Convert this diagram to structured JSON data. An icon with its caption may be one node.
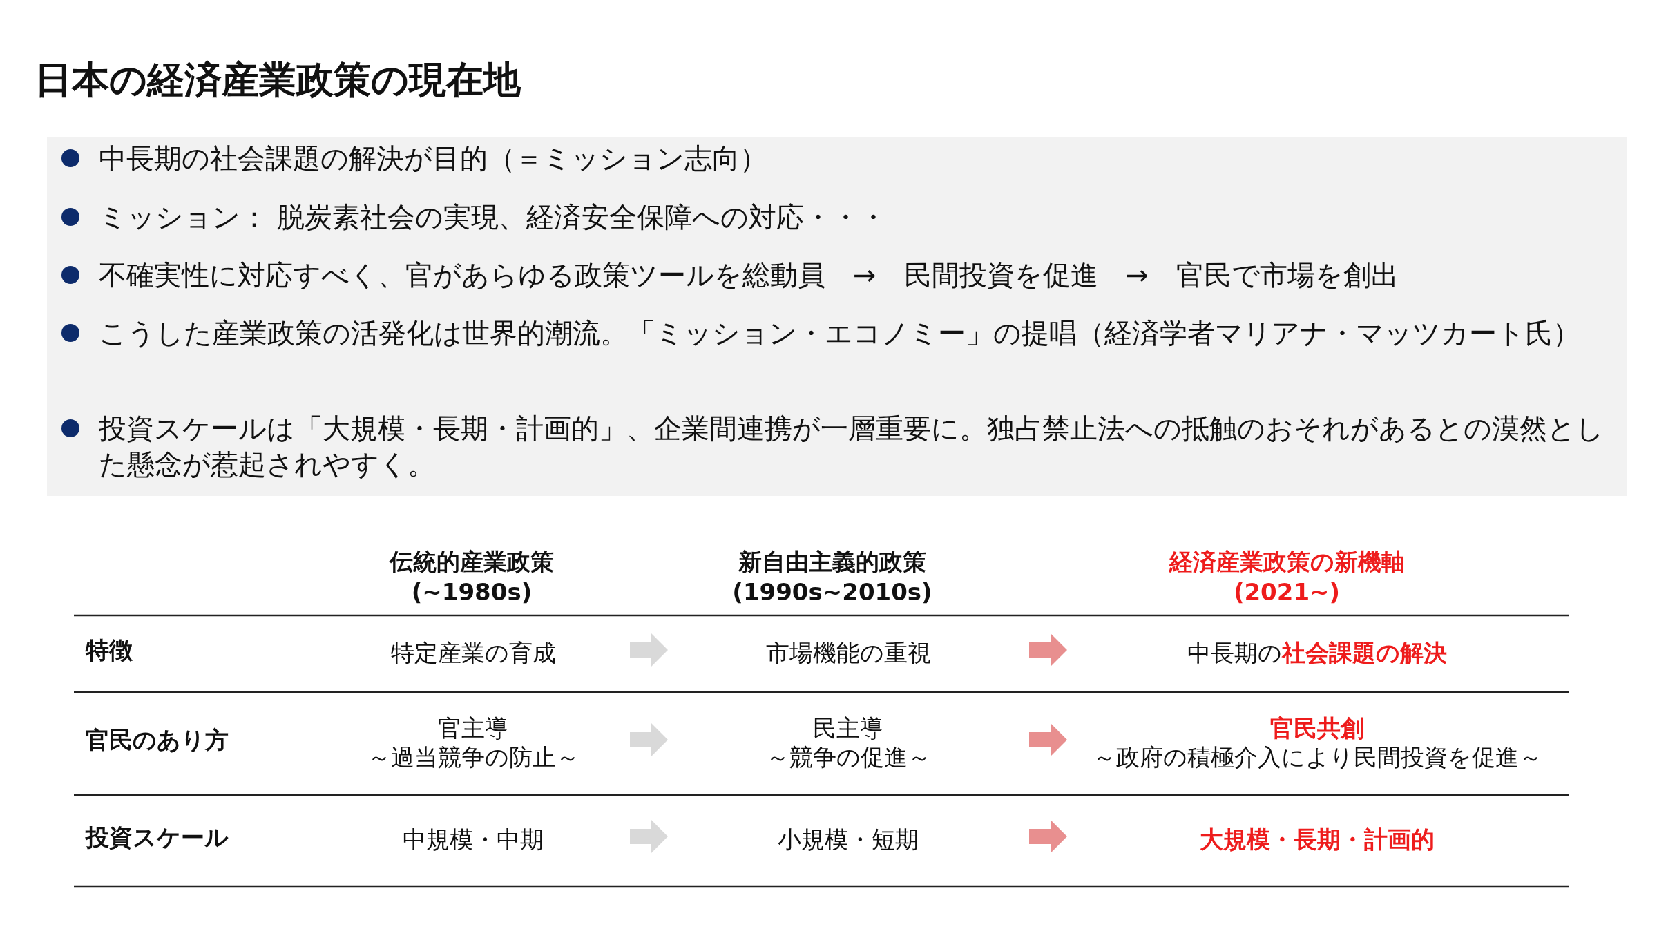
{
  "diagram": {
    "title": "日本の経済産業政策の現在地",
    "nodes": [
      {
        "text": [
          "特定産業の育成"
        ]
      },
      {
        "text": [
          "市場機能の重視"
        ]
      },
      {
        "text": [
          "中長期の**社会課題の解決**"
        ]
      },
      {
        "text": [
          "官主導",
          "～過当競争の防止～"
        ]
      },
      {
        "text": [
          "民主導",
          "～競争の促進～"
        ]
      },
      {
        "text": [
          "官民共創",
          "～政府の積極介入により民間投資を促進～"
        ]
      },
      {
        "text": [
          "中規模・中期"
        ]
      },
      {
        "text": [
          "小規模・短期"
        ]
      },
      {
        "text": [
          "大規模・長期・計画的"
        ]
      }
    ],
    "edges": [
      {
        "from": 0,
        "to": 1,
        "arrow": "to",
        "color": "#d9d9d9"
      },
      {
        "from": 1,
        "to": 2,
        "arrow": "to",
        "color": "#e88f8f"
      },
      {
        "from": 3,
        "to": 4,
        "arrow": "to",
        "color": "#d9d9d9"
      },
      {
        "from": 4,
        "to": 5,
        "arrow": "to",
        "color": "#e88f8f"
      },
      {
        "from": 6,
        "to": 7,
        "arrow": "to",
        "color": "#d9d9d9"
      },
      {
        "from": 7,
        "to": 8,
        "arrow": "to",
        "color": "#e88f8f"
      }
    ],
    "labels": [
      "中長期の社会課題の解決が目的（＝ミッション志向）",
      "ミッション： 脱炭素社会の実現、経済安全保障への対応・・・",
      "不確実性に対応すべく、官があらゆる政策ツールを総動員　→　民間投資を促進　→　官民で市場を創出",
      "こうした産業政策の活発化は世界的潮流。「ミッション・エコノミー」の提唱（経済学者マリアナ・マッツカート氏）",
      "投資スケールは「大規模・長期・計画的」、企業間連携が一層重要に。独占禁止法への抵触のおそれがあるとの漠然とした懸念が惹起されやすく。",
      "伝統的産業政策",
      "(~1980s)",
      "新自由主義的政策",
      "(1990s~2010s)",
      "経済産業政策の新機軸",
      "(2021~)",
      "特徴",
      "官民のあり方",
      "投資スケール"
    ]
  }
}
